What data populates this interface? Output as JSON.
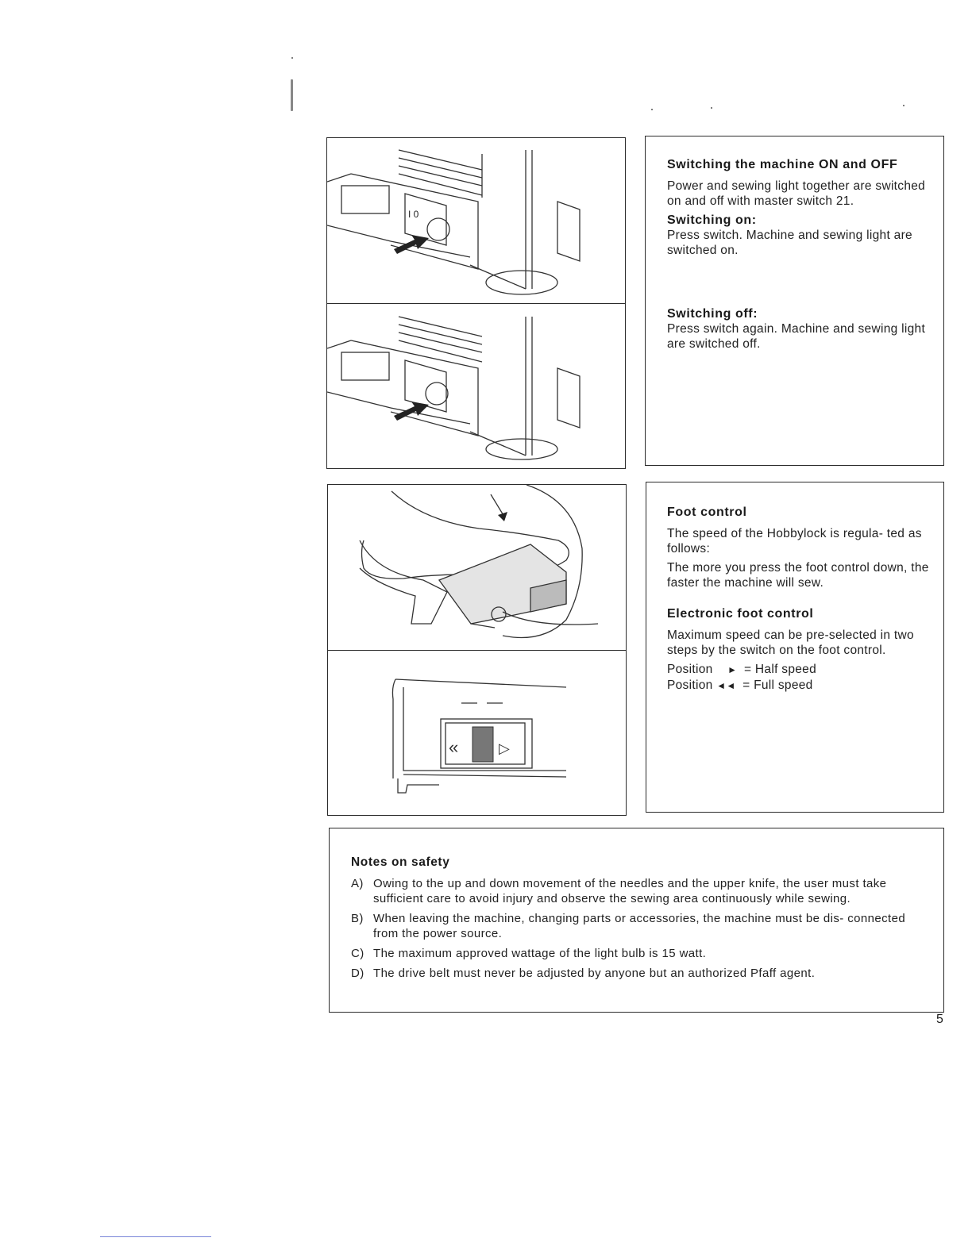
{
  "switching": {
    "title": "Switching the machine ON and OFF",
    "intro": "Power and sewing light together are switched on and off with master switch 21.",
    "on_title": "Switching on:",
    "on_text": "Press switch. Machine and sewing light are switched on.",
    "off_title": "Switching off:",
    "off_text": "Press switch again. Machine and sewing light are switched off."
  },
  "foot": {
    "title": "Foot control",
    "p1": "The speed of the Hobbylock is regula- ted as follows:",
    "p2": "The more you press the foot control down, the faster the machine will sew.",
    "electronic_title": "Electronic foot control",
    "electronic_text": "Maximum speed can be pre-selected in two steps by the switch on the foot control.",
    "positions": [
      {
        "label": "Position",
        "symbol": "►",
        "value": "= Half speed"
      },
      {
        "label": "Position",
        "symbol": "◄◄",
        "value": "= Full speed"
      }
    ]
  },
  "safety": {
    "title": "Notes on safety",
    "items": [
      {
        "letter": "A)",
        "text": "Owing to the up and down movement of the needles and the upper knife, the user must take sufficient care to avoid injury and observe the sewing area continuously while sewing."
      },
      {
        "letter": "B)",
        "text": "When leaving the machine, changing parts or accessories, the machine must be dis- connected from the power source."
      },
      {
        "letter": "C)",
        "text": "The maximum approved wattage of the light bulb is 15 watt."
      },
      {
        "letter": "D)",
        "text": "The drive belt must never be adjusted by anyone but an authorized Pfaff agent."
      }
    ]
  },
  "switch_labels": {
    "top": "I 0"
  },
  "page_number": "5"
}
